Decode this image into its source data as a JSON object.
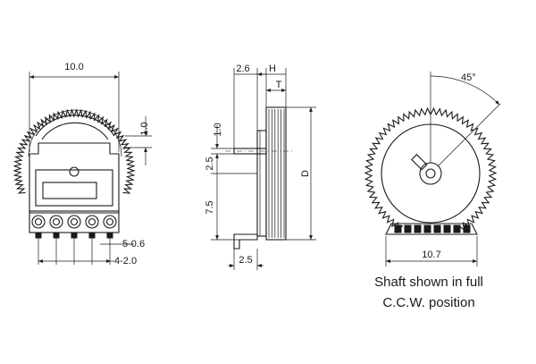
{
  "front_view": {
    "width_dim": "10.0",
    "top_offset_dim": "1.0",
    "pin_width_dim": "5-0.6",
    "pin_pitch_dim": "4-2.0"
  },
  "side_view": {
    "width_dim": "2.6",
    "height_label": "H",
    "thickness_label": "T",
    "shaft_dim": "1.0",
    "center_dim": "2.5",
    "height_dim": "7.5",
    "diameter_label": "D",
    "bottom_dim": "2.5"
  },
  "rear_view": {
    "angle_dim": "45°",
    "base_width_dim": "10.7",
    "caption_line1": "Shaft shown in full",
    "caption_line2": "C.C.W. position"
  },
  "colors": {
    "ink": "#1a1a1a",
    "paper": "#ffffff"
  }
}
